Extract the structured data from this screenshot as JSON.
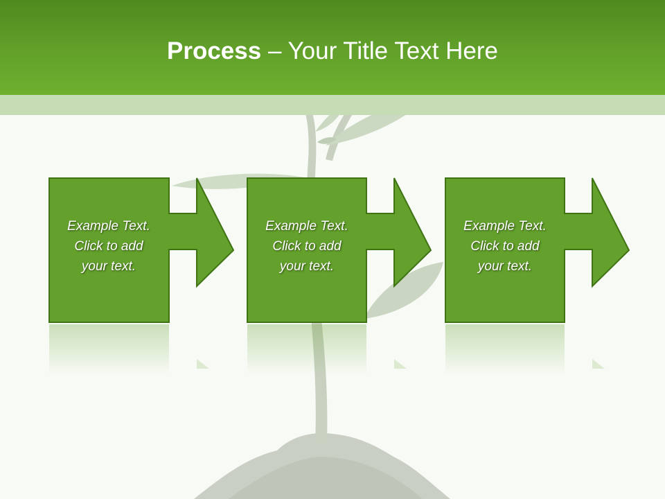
{
  "slide": {
    "title_bold": "Process",
    "title_rest": " – Your Title Text Here"
  },
  "colors": {
    "header": "#5f9e29",
    "band": "#c5dcb4",
    "box_fill": "#63a02c",
    "box_border": "#3f7314",
    "text": "#ffffff"
  },
  "steps": [
    {
      "line1": "Example Text.",
      "line2": "Click  to add",
      "line3": "your text."
    },
    {
      "line1": "Example Text.",
      "line2": "Click  to add",
      "line3": "your text."
    },
    {
      "line1": "Example Text.",
      "line2": "Click  to add",
      "line3": "your text."
    }
  ]
}
